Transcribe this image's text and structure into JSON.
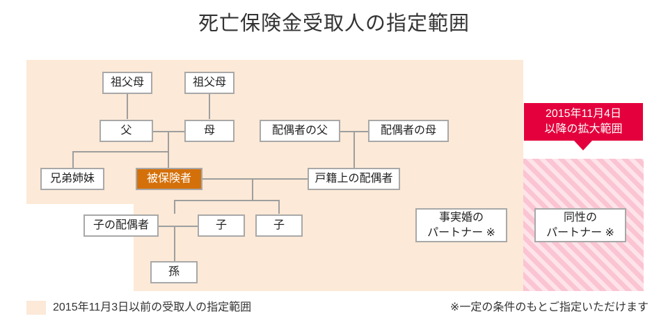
{
  "page": {
    "title": "死亡保険金受取人の指定範囲"
  },
  "colors": {
    "prior_scope_fill": "#fce9d7",
    "expanded_scope_fill": "#fcd9e2",
    "expanded_scope_stripe": "#fbc4d2",
    "badge_background": "#e4003c",
    "insured_highlight": "#d4700a",
    "box_border": "#a8a8a8",
    "connector_line": "#9e9e9e",
    "text": "#333333"
  },
  "badge": {
    "line1": "2015年11月4日",
    "line2": "以降の拡大範囲"
  },
  "nodes": {
    "grandparents_paternal": "祖父母",
    "grandparents_maternal": "祖父母",
    "father": "父",
    "mother": "母",
    "spouse_father": "配偶者の父",
    "spouse_mother": "配偶者の母",
    "siblings": "兄弟姉妹",
    "insured": "被保険者",
    "legal_spouse": "戸籍上の配偶者",
    "child_spouse": "子の配偶者",
    "child_1": "子",
    "child_2": "子",
    "grandchild": "孫",
    "common_law_partner_line1": "事実婚の",
    "common_law_partner_line2": "パートナー ※",
    "same_sex_partner_line1": "同性の",
    "same_sex_partner_line2": "パートナー ※"
  },
  "footer": {
    "legend_label": "2015年11月3日以前の受取人の指定範囲",
    "footnote": "※一定の条件のもとご指定いただけます"
  }
}
